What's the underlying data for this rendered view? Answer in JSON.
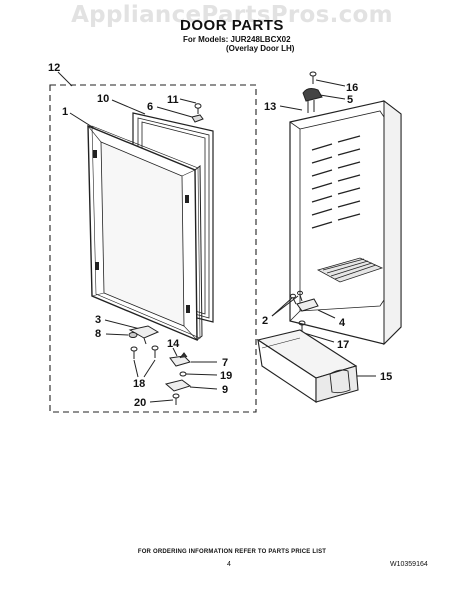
{
  "watermark": "AppliancePartsPros.com",
  "header": {
    "title": "DOOR PARTS",
    "models_line": "For Models: JUR248LBCX02",
    "overlay_line": "(Overlay Door LH)"
  },
  "callouts": [
    {
      "id": "c12",
      "label": "12"
    },
    {
      "id": "c1",
      "label": "1"
    },
    {
      "id": "c10",
      "label": "10"
    },
    {
      "id": "c11",
      "label": "11"
    },
    {
      "id": "c6",
      "label": "6"
    },
    {
      "id": "c16",
      "label": "16"
    },
    {
      "id": "c5",
      "label": "5"
    },
    {
      "id": "c13",
      "label": "13"
    },
    {
      "id": "c3",
      "label": "3"
    },
    {
      "id": "c8",
      "label": "8"
    },
    {
      "id": "c14",
      "label": "14"
    },
    {
      "id": "c7",
      "label": "7"
    },
    {
      "id": "c19",
      "label": "19"
    },
    {
      "id": "c18",
      "label": "18"
    },
    {
      "id": "c9",
      "label": "9"
    },
    {
      "id": "c20",
      "label": "20"
    },
    {
      "id": "c2",
      "label": "2"
    },
    {
      "id": "c4",
      "label": "4"
    },
    {
      "id": "c17",
      "label": "17"
    },
    {
      "id": "c15",
      "label": "15"
    }
  ],
  "footer": {
    "ordering_note": "FOR ORDERING INFORMATION REFER TO PARTS PRICE LIST",
    "page_number": "4",
    "document_number": "W10359164"
  }
}
